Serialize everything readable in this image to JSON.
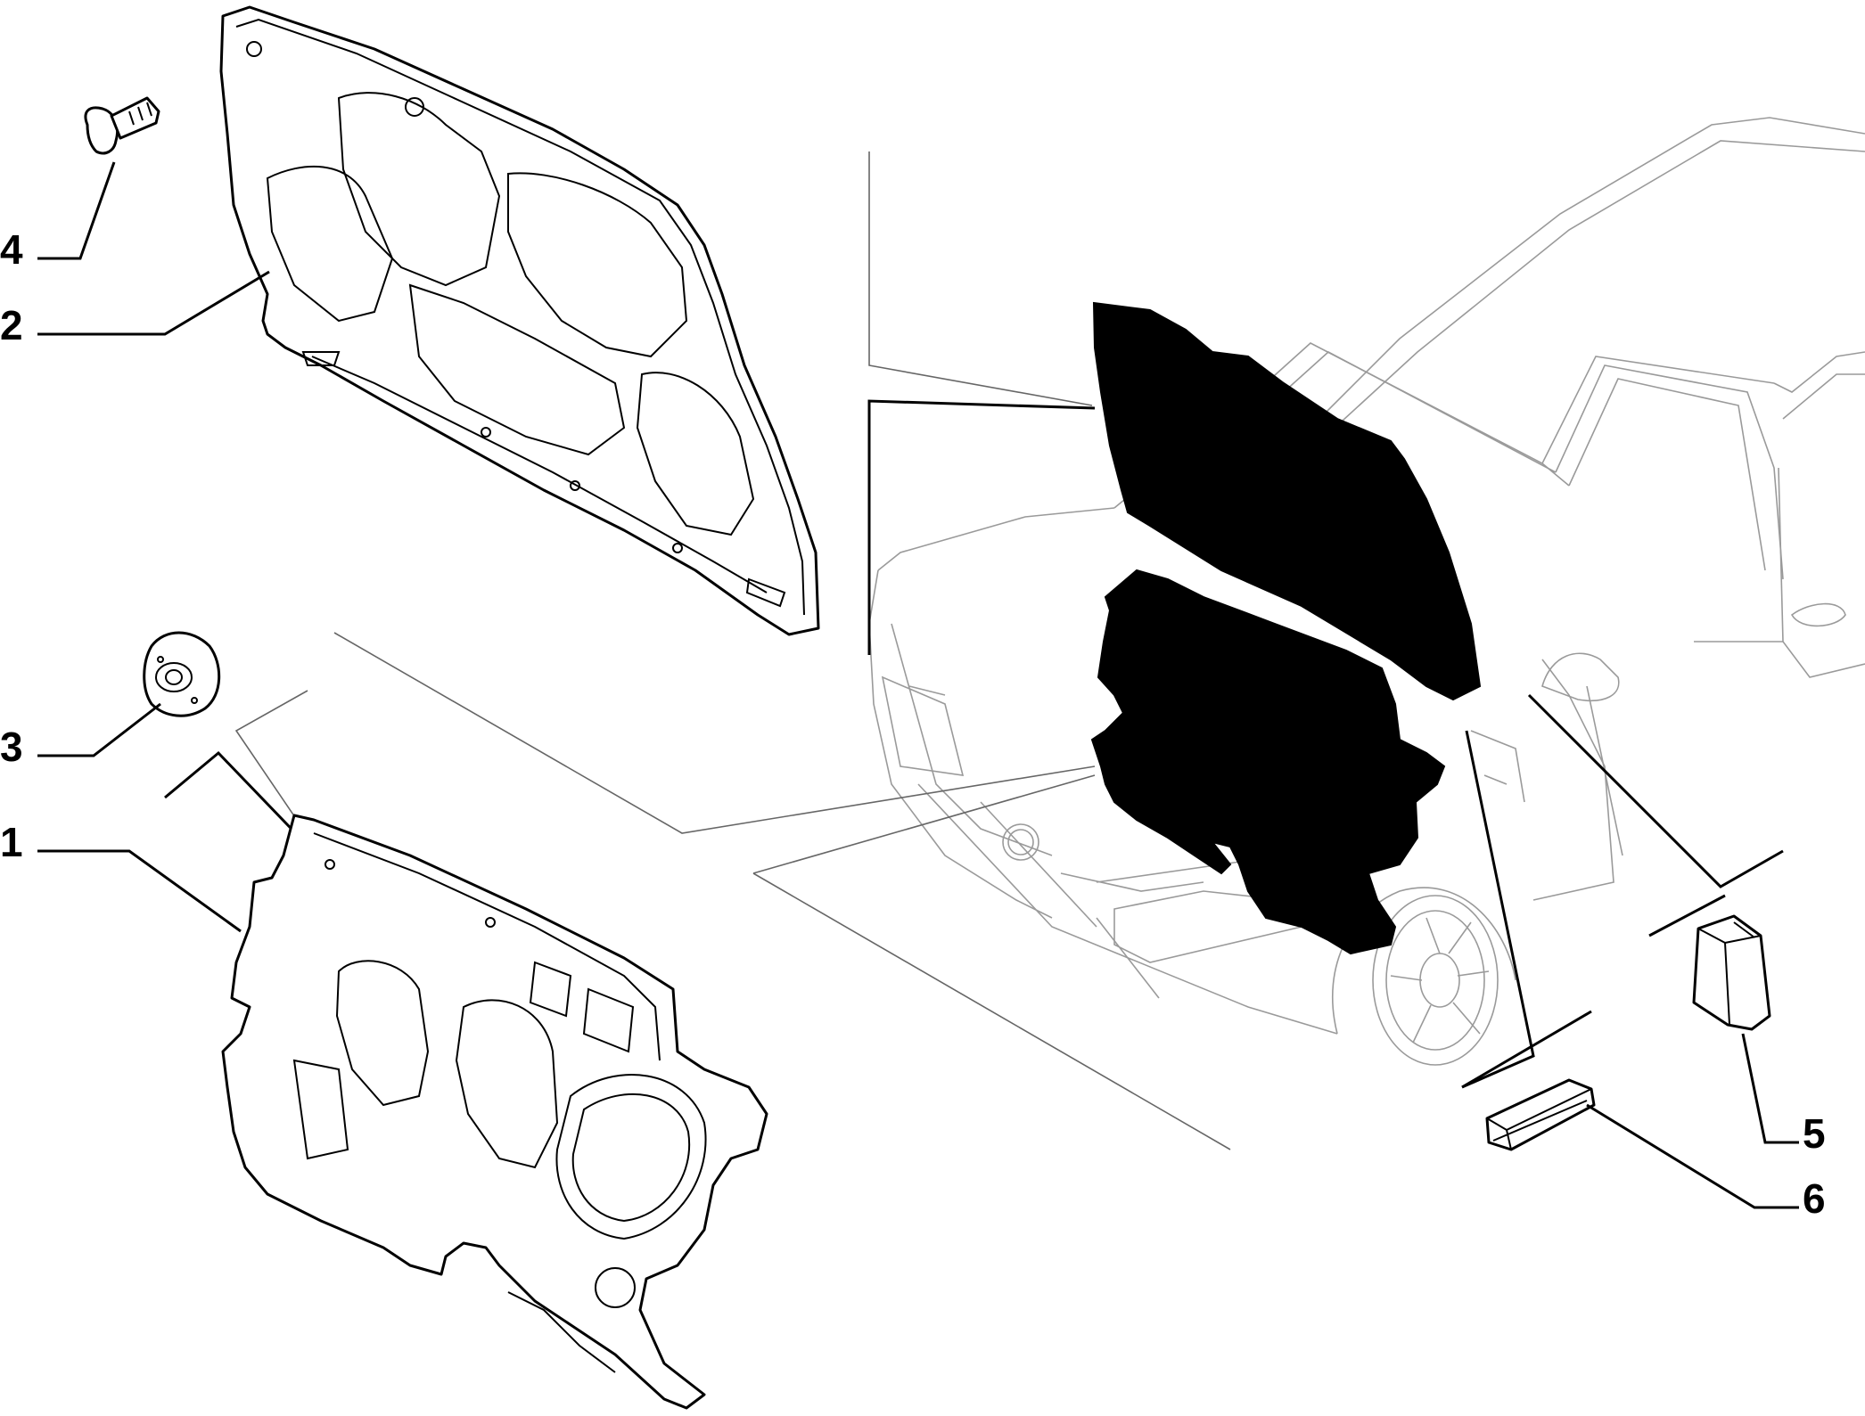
{
  "diagram": {
    "callouts": [
      {
        "id": "1",
        "label": "1"
      },
      {
        "id": "2",
        "label": "2"
      },
      {
        "id": "3",
        "label": "3"
      },
      {
        "id": "4",
        "label": "4"
      },
      {
        "id": "5",
        "label": "5"
      },
      {
        "id": "6",
        "label": "6"
      }
    ]
  },
  "colors": {
    "ink": "#000000",
    "background": "#ffffff",
    "car_outline": "#9a9a9a"
  }
}
